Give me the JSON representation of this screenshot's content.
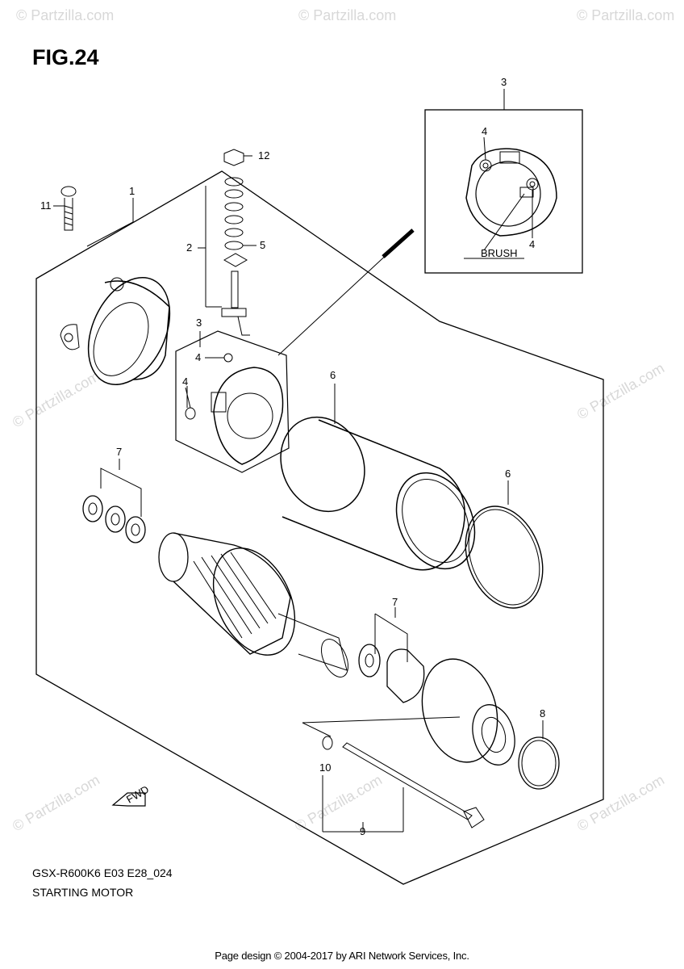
{
  "figure": {
    "title": "FIG.24"
  },
  "caption": {
    "model_code": "GSX-R600K6 E03 E28_024",
    "name": "STARTING MOTOR"
  },
  "footer": {
    "credit": "Page design © 2004-2017 by ARI Network Services, Inc."
  },
  "watermark": {
    "text": "© Partzilla.com"
  },
  "callouts": {
    "c1": "1",
    "c2": "2",
    "c3_top": "3",
    "c3_mid": "3",
    "c4_a": "4",
    "c4_b": "4",
    "c4_c": "4",
    "c4_d": "4",
    "c5": "5",
    "c6_a": "6",
    "c6_b": "6",
    "c7_a": "7",
    "c7_b": "7",
    "c8": "8",
    "c9": "9",
    "c10": "10",
    "c11": "11",
    "c12": "12"
  },
  "inset": {
    "brush_label": "BRUSH"
  },
  "fwd": {
    "label": "FWD"
  }
}
